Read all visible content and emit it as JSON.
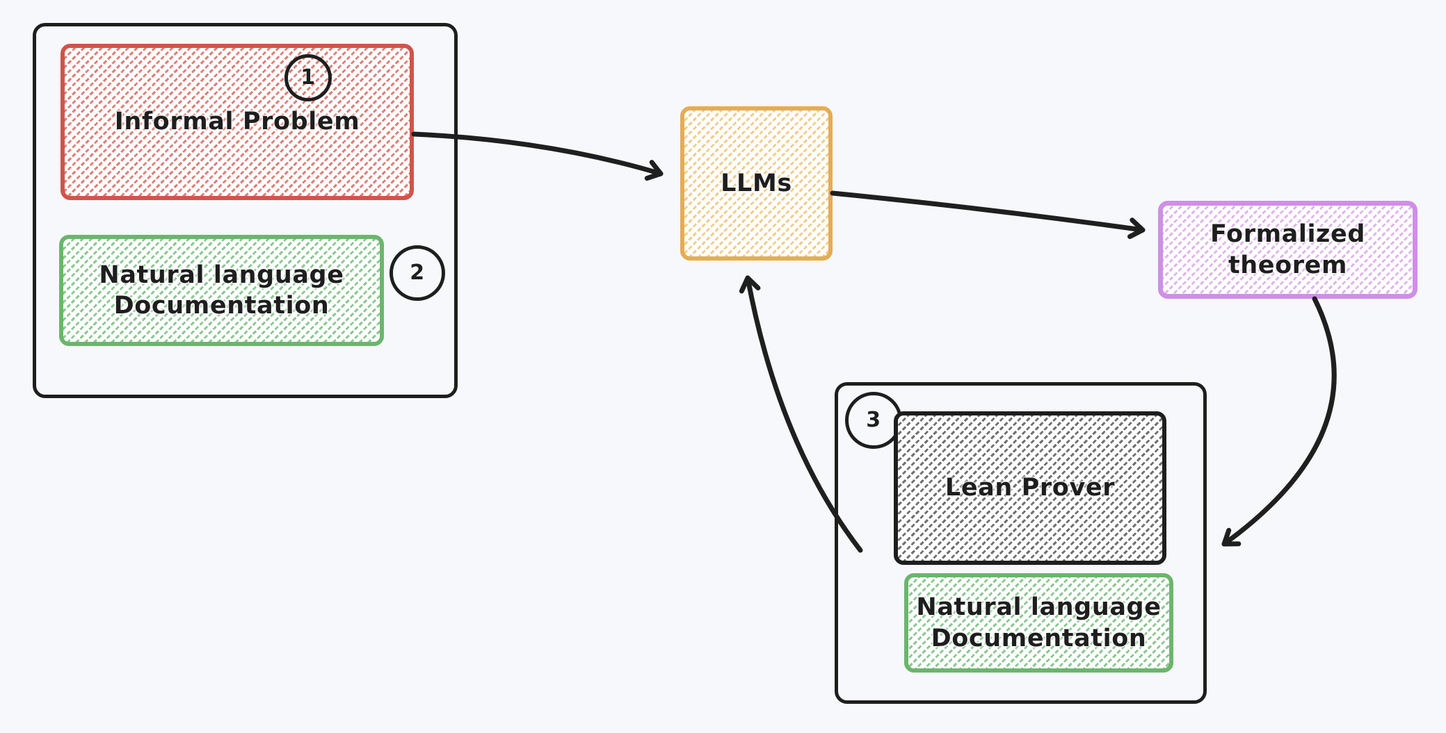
{
  "canvas": {
    "background_color": "#f7f8fb",
    "ink_color": "#1e1e1e"
  },
  "palette": {
    "red_border": "#d0544a",
    "red_hatch": "#dd8078",
    "green_border": "#6cb56e",
    "green_hatch": "#8cc892",
    "yellow_border": "#e4ad52",
    "yellow_hatch": "#f2cc8e",
    "purple_border": "#cf8fe5",
    "purple_hatch": "#e0b5ee",
    "dark_border": "#1e1e1e",
    "dark_hatch": "#707070"
  },
  "nodes": {
    "informal_problem": {
      "label": "Informal Problem",
      "badge": "1",
      "border_color": "#d0544a",
      "hatch_color": "#dd8078"
    },
    "nl_doc_input": {
      "label": "Natural language\nDocumentation",
      "badge": "2",
      "border_color": "#6cb56e",
      "hatch_color": "#8cc892"
    },
    "llms": {
      "label": "LLMs",
      "border_color": "#e4ad52",
      "hatch_color": "#f2cc8e"
    },
    "formalized_theorem": {
      "label": "Formalized\ntheorem",
      "border_color": "#cf8fe5",
      "hatch_color": "#e0b5ee"
    },
    "lean_prover": {
      "label": "Lean Prover",
      "badge": "3",
      "border_color": "#1e1e1e",
      "hatch_color": "#707070"
    },
    "nl_doc_prover": {
      "label": "Natural language\nDocumentation",
      "border_color": "#6cb56e",
      "hatch_color": "#8cc892"
    }
  },
  "edges": [
    {
      "from": "informal_problem",
      "to": "llms"
    },
    {
      "from": "llms",
      "to": "formalized_theorem"
    },
    {
      "from": "formalized_theorem",
      "to": "lean_prover_container"
    },
    {
      "from": "lean_prover_container",
      "to": "llms"
    }
  ]
}
